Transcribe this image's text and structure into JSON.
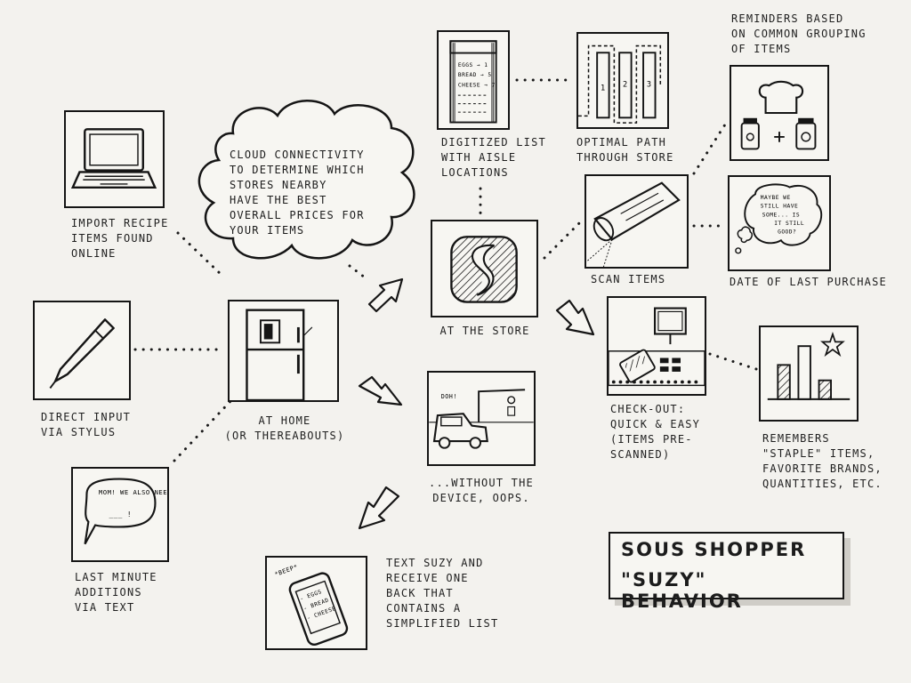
{
  "title": {
    "line1": "SOUS SHOPPER",
    "line2": "\"SUZY\" BEHAVIOR"
  },
  "cloud": {
    "text": "CLOUD CONNECTIVITY\nTO DETERMINE WHICH\nSTORES NEARBY\nHAVE THE BEST\nOVERALL PRICES FOR\nYOUR ITEMS"
  },
  "captions": {
    "import_recipe": "IMPORT RECIPE\nITEMS FOUND\nONLINE",
    "direct_input": "DIRECT INPUT\nVIA STYLUS",
    "last_minute": "LAST MINUTE\nADDITIONS\nVIA TEXT",
    "at_home": "AT HOME\n(OR THEREABOUTS)",
    "without_device": "...WITHOUT THE\nDEVICE, OOPS.",
    "text_suzy": "TEXT SUZY AND\nRECEIVE ONE\nBACK THAT\nCONTAINS A\nSIMPLIFIED LIST",
    "at_store": "AT THE STORE",
    "digitized_list": "DIGITIZED LIST\nWITH AISLE\nLOCATIONS",
    "optimal_path": "OPTIMAL PATH\nTHROUGH STORE",
    "reminders": "REMINDERS BASED\nON COMMON GROUPING\nOF ITEMS",
    "scan_items": "SCAN ITEMS",
    "date_last_purchase": "DATE OF LAST PURCHASE",
    "checkout": "CHECK-OUT:\nQUICK & EASY\n(ITEMS PRE-\nSCANNED)",
    "remembers": "REMEMBERS\n\"STAPLE\" ITEMS,\nFAVORITE BRANDS,\nQUANTITIES, ETC."
  },
  "sketch_text": {
    "mom_bubble": "MOM! WE ALSO NEED",
    "mom_bubble_line": "___ !",
    "doh": "DOH!",
    "beep": "*BEEP*",
    "phone_list": [
      "- EGGS",
      "- BREAD",
      "- CHEESE"
    ],
    "digitized_list": [
      "EGGS → 1",
      "BREAD → 5",
      "CHEESE → 7"
    ],
    "path_aisles": [
      "1",
      "2",
      "3"
    ],
    "maybe_bubble": [
      "MAYBE WE",
      "STILL HAVE",
      "SOME... IS",
      "IT STILL",
      "GOOD?"
    ]
  },
  "icons": [
    "laptop-icon",
    "stylus-pen-icon",
    "speech-bubble-icon",
    "refrigerator-icon",
    "car-icon",
    "phone-icon",
    "app-logo-icon",
    "list-scroll-icon",
    "store-map-icon",
    "bread-icon",
    "jar-icon",
    "scanner-icon",
    "thought-bubble-icon",
    "register-icon",
    "bar-chart-icon",
    "star-icon",
    "arrow-icon",
    "cloud-icon"
  ],
  "colors": {
    "ink": "#151515",
    "paper": "#f3f2ee"
  }
}
